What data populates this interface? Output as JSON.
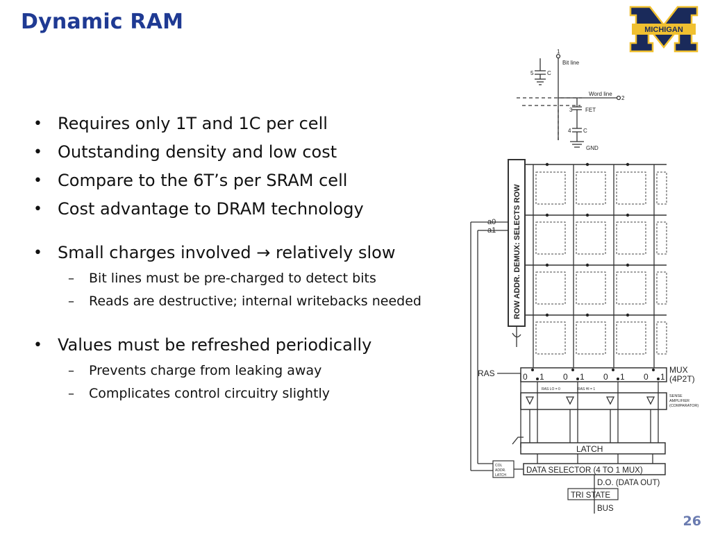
{
  "slide": {
    "title": "Dynamic RAM",
    "page_number": "26",
    "logo_text": "MICHIGAN"
  },
  "bullets": [
    {
      "text": "Requires only 1T and 1C per cell",
      "subs": []
    },
    {
      "text": "Outstanding density and low cost",
      "subs": []
    },
    {
      "text": "Compare to the 6T’s per SRAM cell",
      "subs": []
    },
    {
      "text": "Cost advantage to DRAM technology",
      "subs": []
    },
    {
      "text": "Small charges involved → relatively slow",
      "subs": [
        "Bit lines must be pre-charged to detect bits",
        "Reads are destructive; internal writebacks needed"
      ]
    },
    {
      "text": "Values must be refreshed periodically",
      "subs": [
        "Prevents charge from leaking away",
        "Complicates control circuitry slightly"
      ]
    }
  ],
  "cell_diagram": {
    "n1": "1",
    "bit_line": "Bit line",
    "n5": "5",
    "c_top": "C",
    "word_line": "Word line",
    "n2": "2",
    "n3": "3",
    "fet": "FET",
    "n4": "4",
    "c_bot": "C",
    "gnd": "GND"
  },
  "array_diagram": {
    "row_decoder": "ROW ADDR. DEMUX: SELECTS ROW",
    "a0": "a0",
    "a1": "a1",
    "ras": "RAS",
    "mux": "MUX",
    "mux_type": "(4P2T)",
    "mux_zero": "0",
    "mux_one": "1",
    "ras_lo": "RAS LO = 0",
    "ras_hi": "RAS HI = 1",
    "sense_amp": "SENSE",
    "sense_amp2": "AMPLIFIER",
    "sense_amp3": "(COMPARATOR)",
    "latch": "LATCH",
    "col_addr": "COL",
    "col_addr2": "ADDR.",
    "col_addr3": "LATCH",
    "data_selector": "DATA SELECTOR (4 TO 1 MUX)",
    "data_out": "D.O. (DATA OUT)",
    "tri_state": "TRI STATE",
    "bus": "BUS"
  }
}
